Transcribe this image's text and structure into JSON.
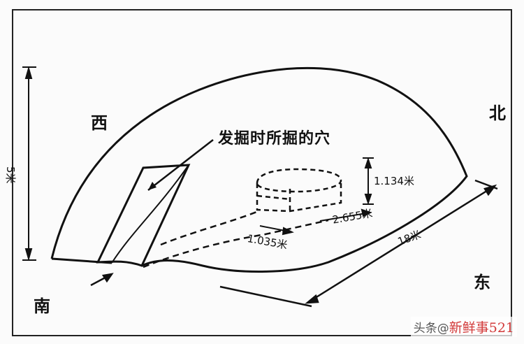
{
  "directions": {
    "west": "西",
    "north": "北",
    "south": "南",
    "east": "东"
  },
  "callout": {
    "excavation_hole": "发掘时所掘的穴"
  },
  "dimensions": {
    "height": "5米",
    "box_height": "1.134米",
    "box_length": "2.655米",
    "box_width": "1.035米",
    "mound_length": "18米"
  },
  "watermark": {
    "prefix": "头条@",
    "brand": "新鲜事521"
  }
}
